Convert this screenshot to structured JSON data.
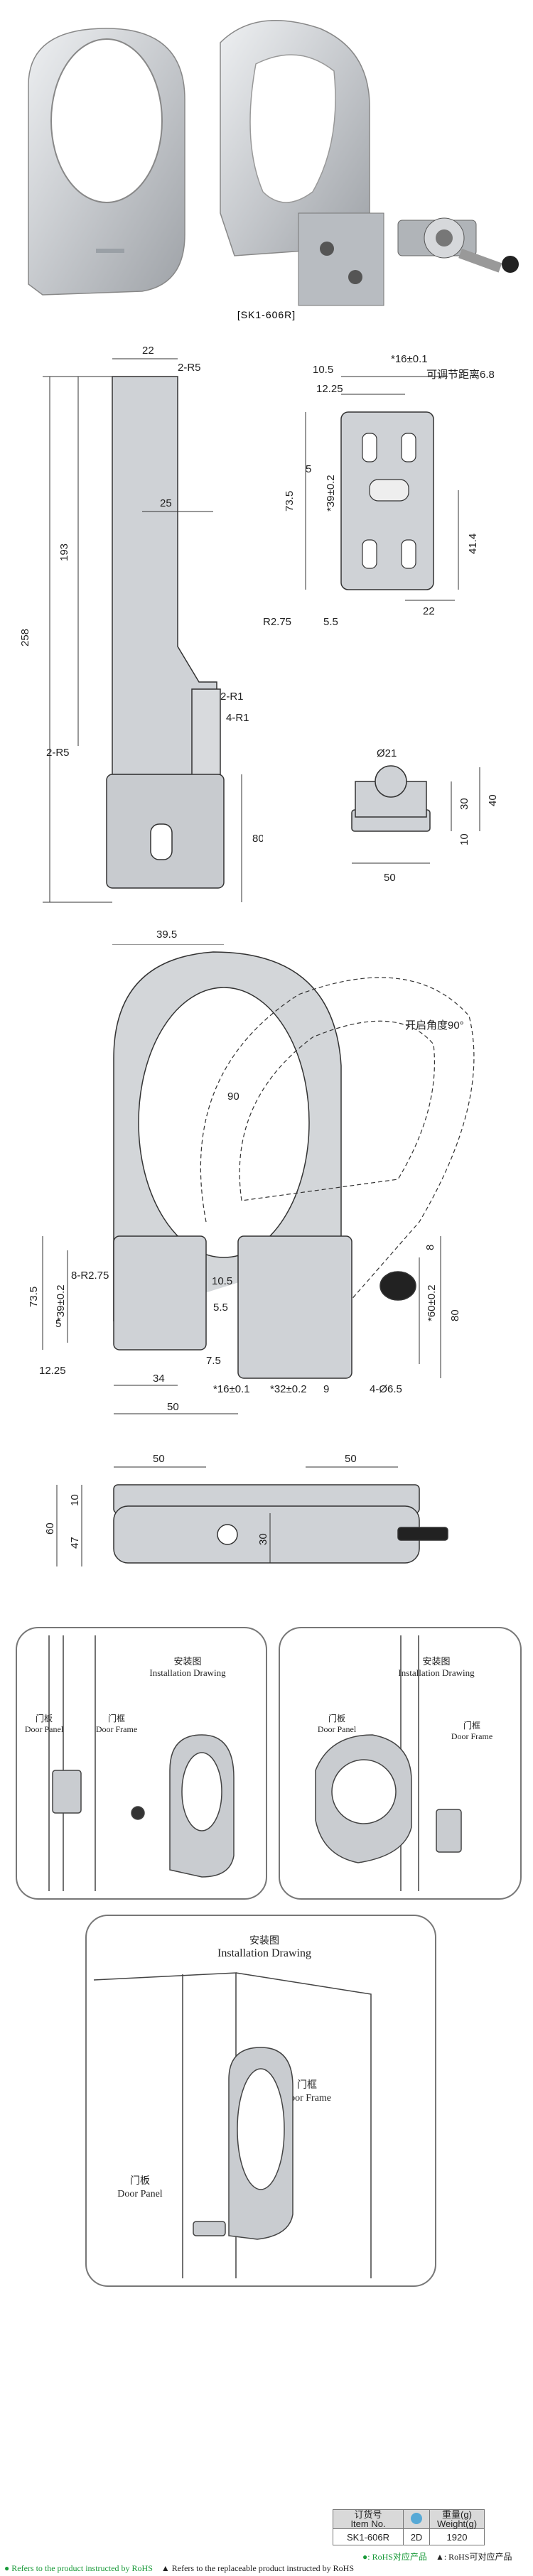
{
  "photo_caption": "[SK1-606R]",
  "colors": {
    "accent_green": "#1a9a3a",
    "line": "#333333",
    "metal": "#c9ccd0"
  },
  "side_view": {
    "dims": [
      "22",
      "2-R5",
      "25",
      "193",
      "258",
      "2-R1",
      "4-R1",
      "2-R5",
      "80",
      "39.5"
    ]
  },
  "top_right_view": {
    "dims": [
      "10.5",
      "*16±0.1",
      "可调节距离6.8",
      "12.25",
      "5",
      "73.5",
      "*39±0.2",
      "41.4",
      "R2.75",
      "5.5",
      "22"
    ]
  },
  "lock_view": {
    "dims": [
      "Ø21",
      "30",
      "40",
      "10",
      "50"
    ]
  },
  "mid_view": {
    "label_angle": "开启角度90°",
    "dims": [
      "90",
      "73.5",
      "*39±0.2",
      "8-R2.75",
      "5",
      "12.25",
      "10.5",
      "5.5",
      "7.5",
      "34",
      "50",
      "*16±0.1",
      "*32±0.2",
      "9",
      "4-Ø6.5",
      "8",
      "*60±0.2",
      "80"
    ]
  },
  "bottom_view": {
    "dims": [
      "50",
      "50",
      "10",
      "60",
      "47",
      "30"
    ]
  },
  "install_panels": [
    {
      "title_cn": "安装图",
      "title_en": "Installation Drawing",
      "door_panel_cn": "门板",
      "door_panel_en": "Door Panel",
      "door_frame_cn": "门框",
      "door_frame_en": "Door Frame"
    },
    {
      "title_cn": "安装图",
      "title_en": "Installation Drawing",
      "door_panel_cn": "门板",
      "door_panel_en": "Door Panel",
      "door_frame_cn": "门框",
      "door_frame_en": "Door Frame"
    },
    {
      "title_cn": "安装图",
      "title_en": "Installation Drawing",
      "door_frame_cn": "门框",
      "door_frame_en": "Door Frame",
      "door_panel_cn": "门板",
      "door_panel_en": "Door Panel"
    }
  ],
  "spec_table": {
    "h_item_cn": "订货号",
    "h_item_en": "Item No.",
    "h_weight_cn": "重量(g)",
    "h_weight_en": "Weight(g)",
    "item": "SK1-606R",
    "rohs_code": "2D",
    "weight": "1920"
  },
  "legend": {
    "line1_left": "●: RoHS对应产品",
    "line1_right": "▲: RoHS可对应产品",
    "line2_left": "● Refers to the product instructed by RoHS",
    "line2_right": "▲ Refers to the replaceable product instructed by RoHS"
  }
}
